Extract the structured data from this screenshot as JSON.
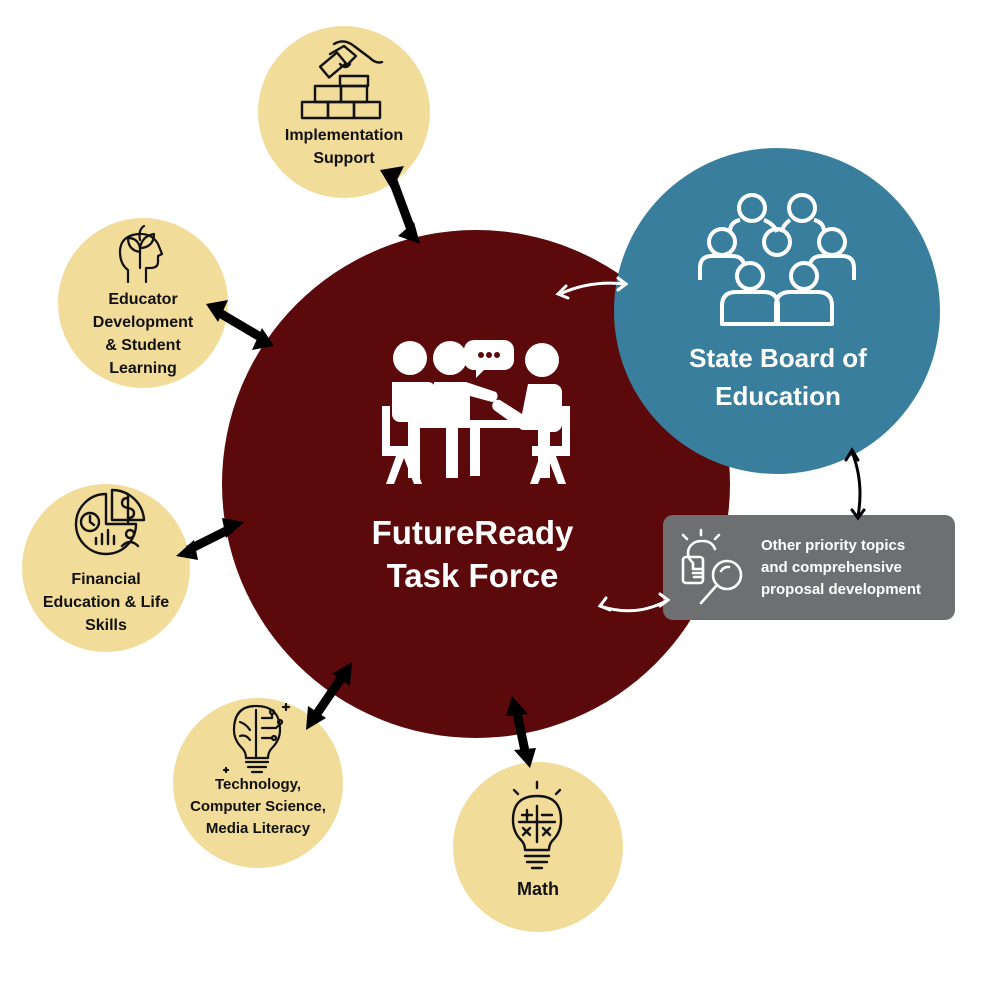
{
  "center": {
    "title_line1": "FutureReady",
    "title_line2": "Task Force"
  },
  "board": {
    "title_line1": "State Board of",
    "title_line2": "Education"
  },
  "priority": {
    "line1": "Other priority topics",
    "line2": "and comprehensive",
    "line3": "proposal development"
  },
  "nodes": {
    "implementation": {
      "line1": "Implementation",
      "line2": "Support"
    },
    "educator": {
      "line1": "Educator",
      "line2": "Development",
      "line3": "& Student",
      "line4": "Learning"
    },
    "financial": {
      "line1": "Financial",
      "line2": "Education & Life",
      "line3": "Skills"
    },
    "technology": {
      "line1": "Technology,",
      "line2": "Computer Science,",
      "line3": "Media Literacy"
    },
    "math": {
      "line1": "Math"
    }
  },
  "colors": {
    "center": "#5c090c",
    "board": "#397f9d",
    "topic": "#f1dc99",
    "priority_box": "#6e6f71"
  }
}
